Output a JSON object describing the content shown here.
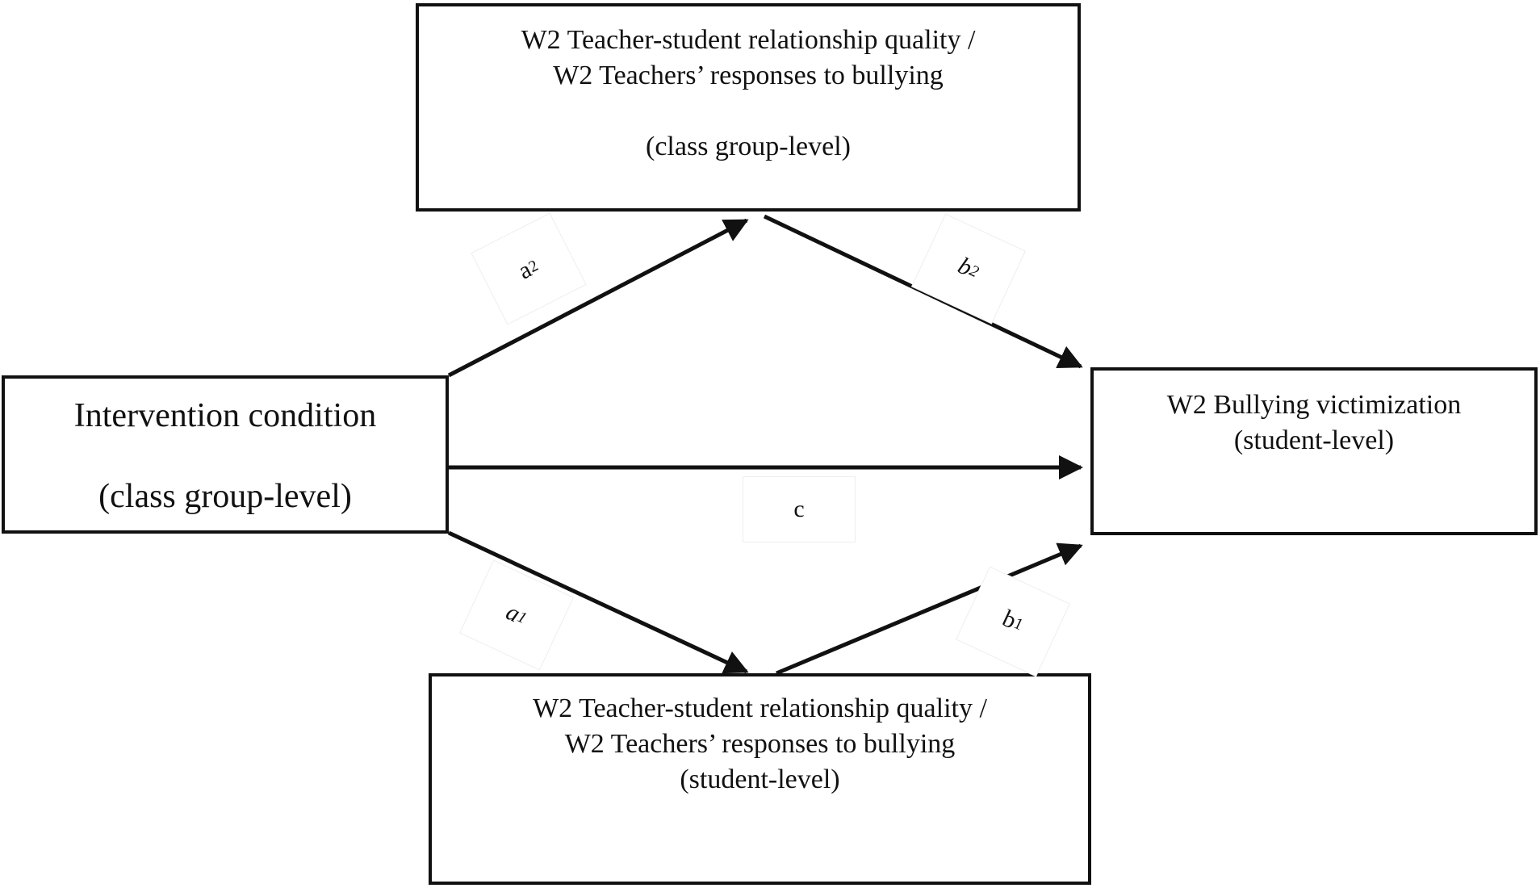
{
  "mediators_class": {
    "line1": "W2 Teacher-student relationship quality /",
    "line2": "W2 Teachers’ responses to bullying",
    "line3": "(class group-level)"
  },
  "predictor": {
    "line1": "Intervention condition",
    "line2": "(class group-level)"
  },
  "outcome": {
    "line1": "W2 Bullying victimization",
    "line2": "(student-level)"
  },
  "mediators_student": {
    "line1": "W2 Teacher-student relationship quality /",
    "line2": "W2 Teachers’ responses to bullying",
    "line3": "(student-level)"
  },
  "paths": {
    "a2": {
      "base": "a",
      "sub": "2"
    },
    "b2": {
      "base": "b",
      "sub": "2"
    },
    "c": {
      "base": "c"
    },
    "a1": {
      "base": "a",
      "sub": "1"
    },
    "b1": {
      "base": "b",
      "sub": "1"
    }
  }
}
